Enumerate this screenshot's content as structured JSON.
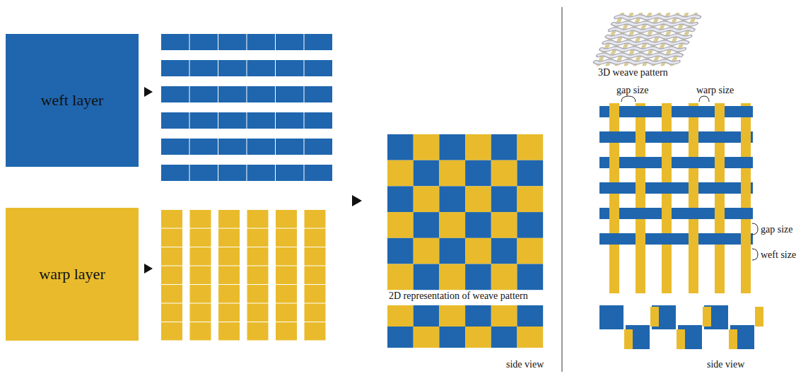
{
  "diagram": {
    "nodes": [
      {
        "text": [
          "weft layer"
        ]
      },
      {
        "text": [
          "warp layer"
        ]
      }
    ],
    "labels": [
      "2D representation of weave pattern",
      "side view",
      "3D weave pattern",
      "gap size",
      "warp size",
      "gap size",
      "weft size",
      "side view"
    ]
  }
}
